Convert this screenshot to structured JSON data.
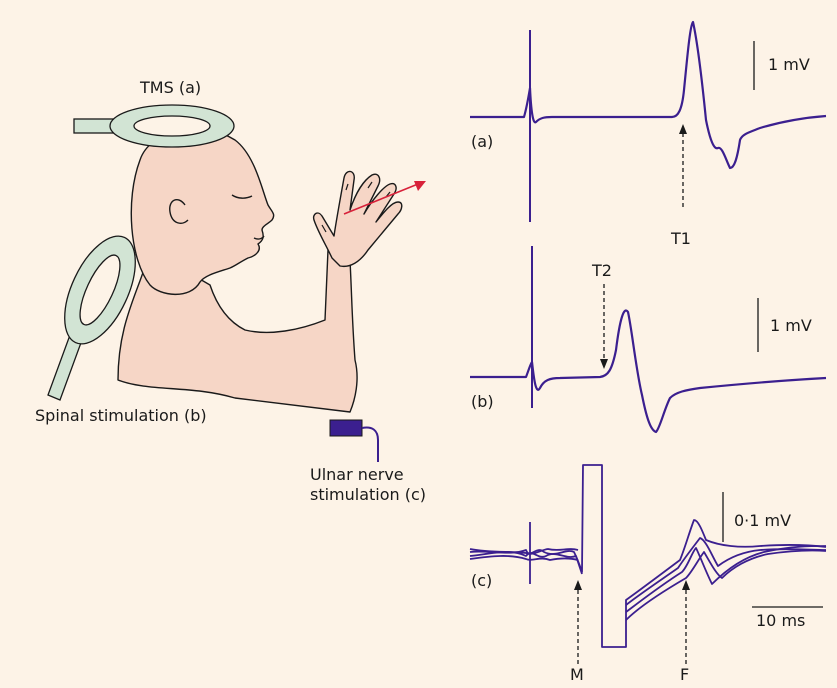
{
  "figure": {
    "colors": {
      "background": "#fdf3e7",
      "skin": "#f6d6c6",
      "coil": "#d2e4d4",
      "trace": "#3b1f8f",
      "arrow": "#d8213a",
      "electrode": "#3b1f8f"
    },
    "labels": {
      "tms": "TMS (a)",
      "spinal": "Spinal stimulation (b)",
      "ulnar_line1": "Ulnar nerve",
      "ulnar_line2": "stimulation (c)"
    },
    "traces": [
      {
        "id": "a",
        "label": "(a)",
        "scale_bar": "1 mV",
        "markers": [
          "T1"
        ]
      },
      {
        "id": "b",
        "label": "(b)",
        "scale_bar": "1 mV",
        "markers": [
          "T2"
        ]
      },
      {
        "id": "c",
        "label": "(c)",
        "scale_bar": "0·1 mV",
        "markers": [
          "M",
          "F"
        ]
      }
    ],
    "time_scale": "10 ms"
  }
}
